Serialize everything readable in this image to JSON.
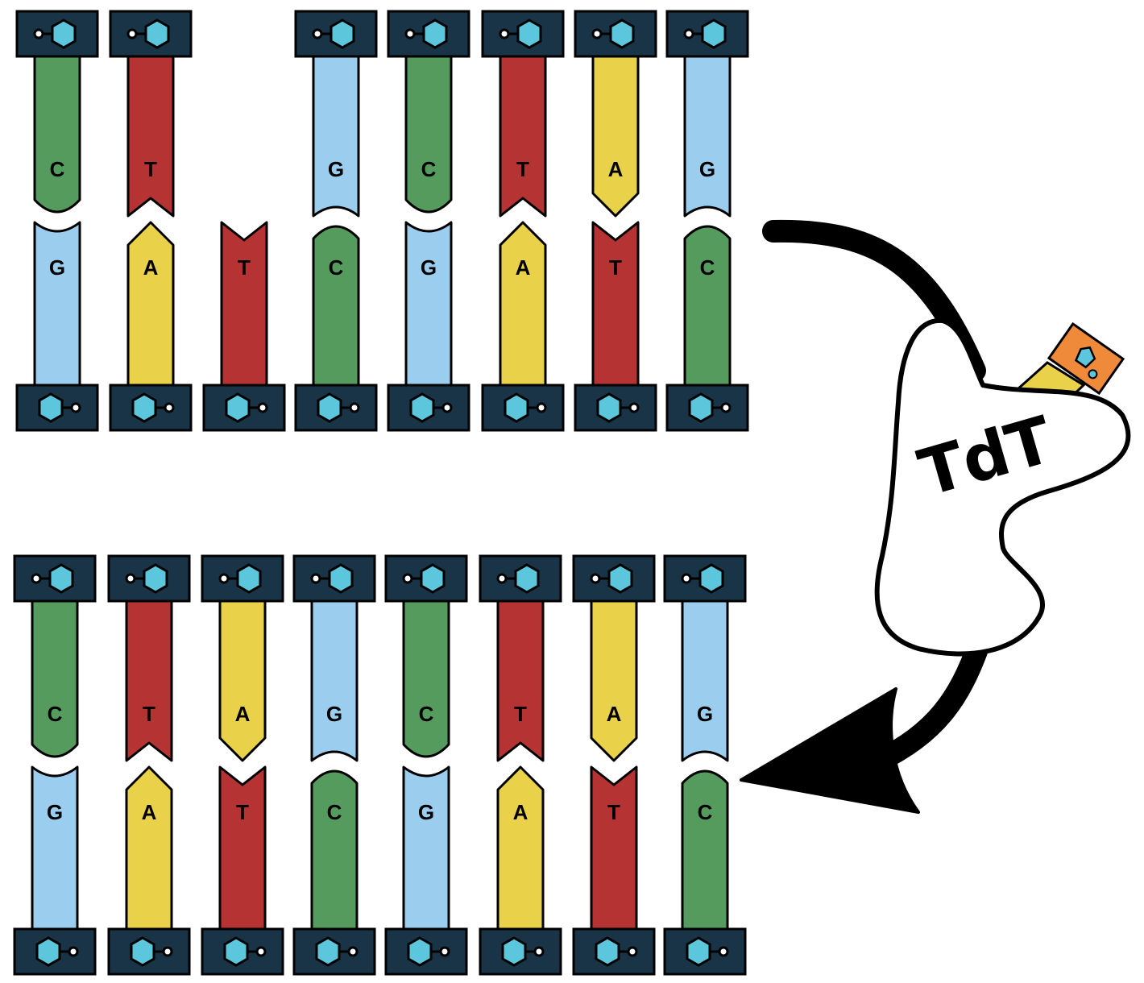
{
  "colors": {
    "A": "#E9D24A",
    "T": "#B53333",
    "G": "#9BCDEE",
    "C": "#559B5E",
    "backbone": "#183446",
    "sugar": "#5BC6DC",
    "outline": "#000000",
    "enzyme_fill": "#FFFFFF",
    "incoming_phosphate": "#EF8A3A"
  },
  "icons": {
    "sugar_phosphate": "pentagon-with-phosphate-icon",
    "incoming_nucleotide": "nucleotide-icon"
  },
  "enzyme": {
    "label": "TdT"
  },
  "strands_before": {
    "top": [
      "C",
      "T",
      null,
      "G",
      "C",
      "T",
      "A",
      "G"
    ],
    "bottom": [
      "G",
      "A",
      "T",
      "C",
      "G",
      "A",
      "T",
      "C"
    ]
  },
  "strands_after": {
    "top": [
      "C",
      "T",
      "A",
      "G",
      "C",
      "T",
      "A",
      "G"
    ],
    "bottom": [
      "G",
      "A",
      "T",
      "C",
      "G",
      "A",
      "T",
      "C"
    ]
  }
}
